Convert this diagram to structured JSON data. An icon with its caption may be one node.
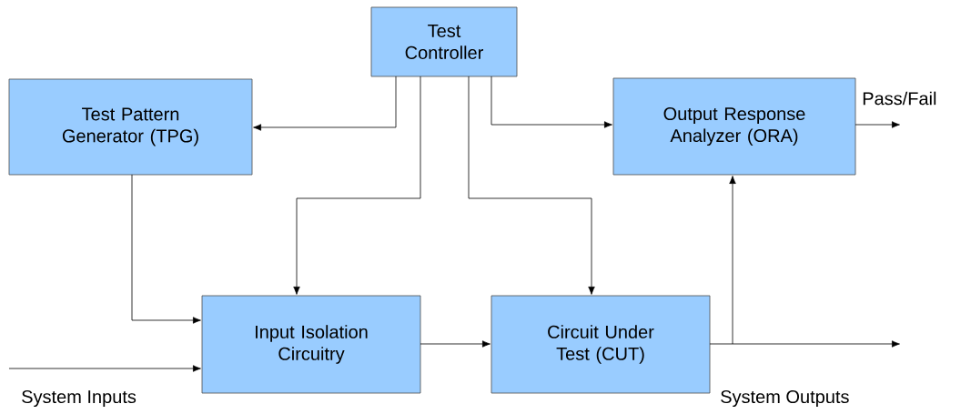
{
  "diagram": {
    "nodes": [
      {
        "text": [
          "Test Controller"
        ]
      },
      {
        "text": [
          "Test Pattern Generator (TPG)"
        ]
      },
      {
        "text": [
          "Output Response Analyzer (ORA)"
        ]
      },
      {
        "text": [
          "Input Isolation Circuitry"
        ]
      },
      {
        "text": [
          "Circuit Under Test (CUT)"
        ]
      }
    ],
    "edges": [
      {
        "from": 0,
        "to": 1,
        "arrow": "to"
      },
      {
        "from": 0,
        "to": 3,
        "arrow": "to"
      },
      {
        "from": 0,
        "to": 4,
        "arrow": "to"
      },
      {
        "from": 0,
        "to": 2,
        "arrow": "to"
      },
      {
        "from": 1,
        "to": 3,
        "arrow": "to"
      },
      {
        "from": null,
        "to": 3,
        "arrow": "to",
        "label": "System Inputs"
      },
      {
        "from": 3,
        "to": 4,
        "arrow": "to"
      },
      {
        "from": 4,
        "to": null,
        "arrow": "to",
        "label": "System Outputs"
      },
      {
        "from": 4,
        "to": 2,
        "arrow": "to"
      },
      {
        "from": 2,
        "to": null,
        "arrow": "to",
        "label": "Pass/Fail"
      }
    ]
  }
}
